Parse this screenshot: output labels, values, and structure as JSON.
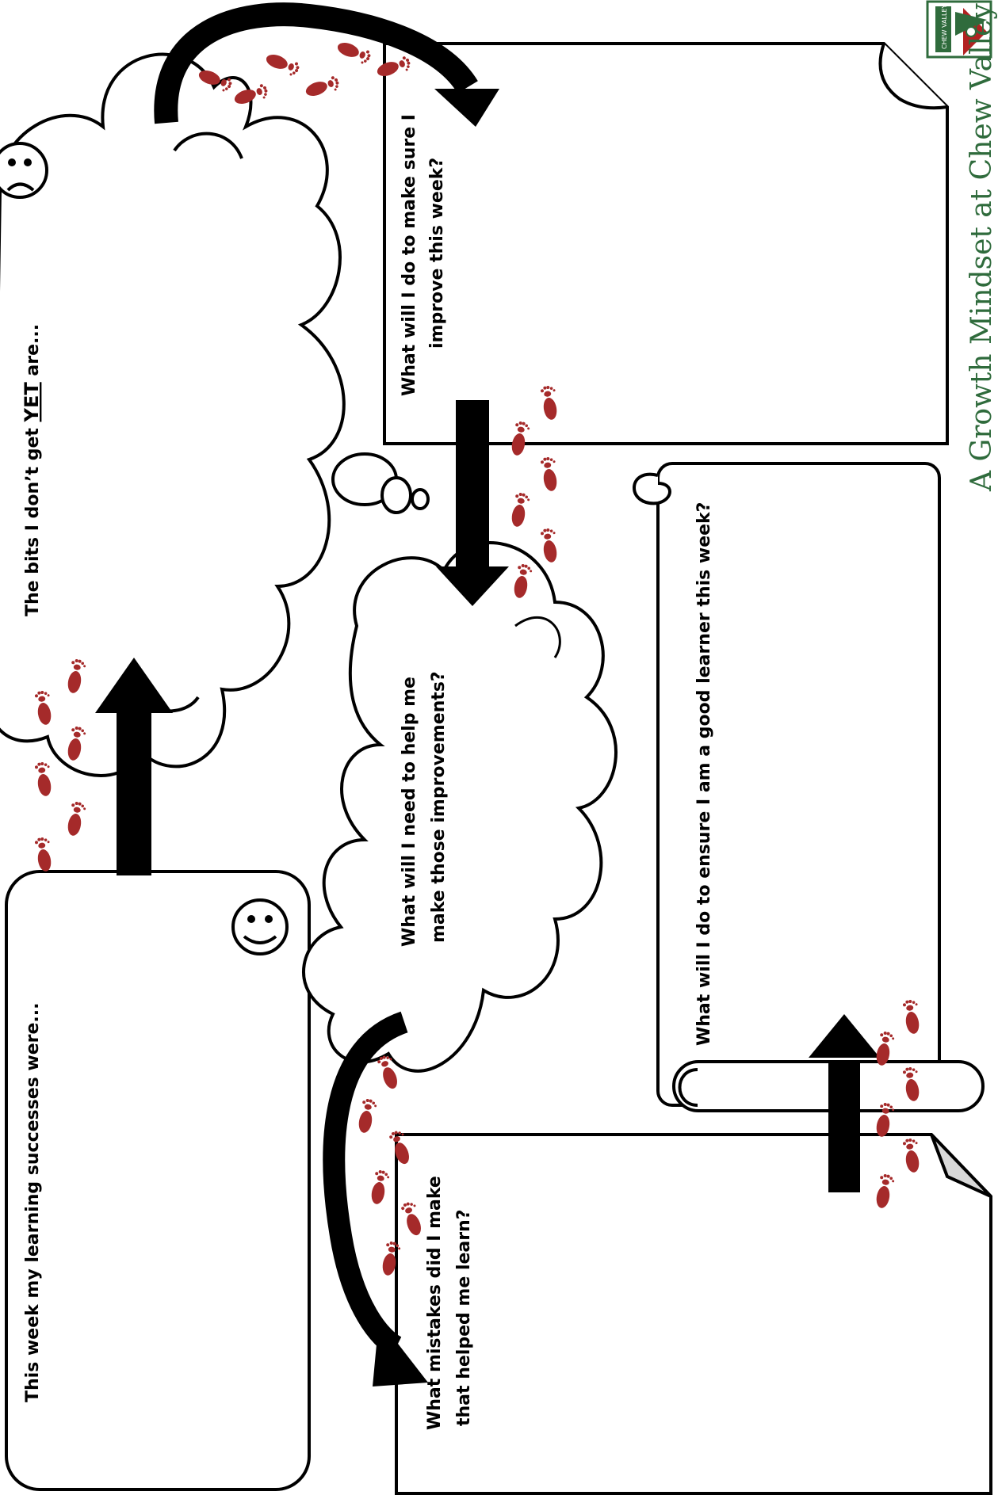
{
  "worksheet": {
    "successes_prompt": "This week my learning successes were...",
    "yet_prompt_prefix": "The bits I don’t get ",
    "yet_prompt_emphasis": "YET",
    "yet_prompt_suffix": " are...",
    "improve_prompt_line1": "What will I do to make sure I",
    "improve_prompt_line2": "improve this week?",
    "need_prompt_line1": "What will I need to help me",
    "need_prompt_line2": "make those improvements?",
    "mistakes_prompt_line1": "What mistakes did I make",
    "mistakes_prompt_line2": "that helped me learn?",
    "learner_prompt": "What will I do to ensure I am a good learner this week?"
  },
  "branding": {
    "footer_text": "A Growth Mindset at Chew Valley",
    "logo_label": "CHEW VALLEY"
  },
  "colors": {
    "footprint": "#a52a2a",
    "arrow": "#000000",
    "brand_green": "#2f6b3c",
    "outline": "#000000"
  },
  "icons": [
    "smiley-face-icon",
    "sad-face-icon",
    "footprint-icon",
    "arrow-icon",
    "school-logo-icon"
  ]
}
